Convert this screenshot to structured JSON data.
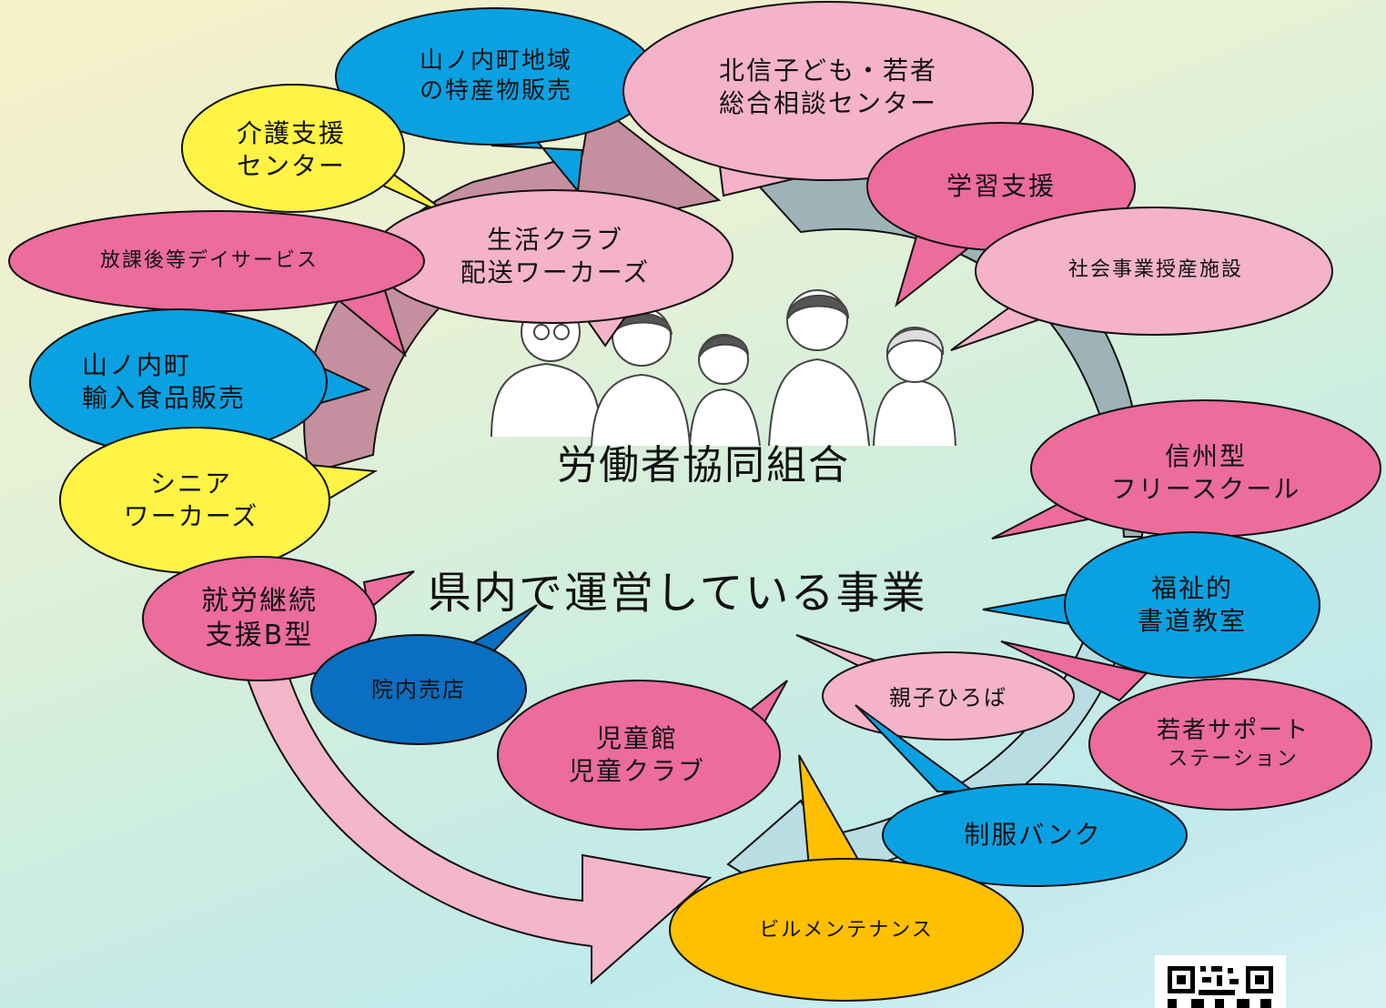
{
  "title_main": "労働者協同組合",
  "title_sub": "県内で運営している事業",
  "bubbles": {
    "yamanouchi_local": [
      "山ノ内町地域",
      "の特産物販売"
    ],
    "hokushin": [
      "北信子ども・若者",
      "総合相談センター"
    ],
    "kaigo": [
      "介護支援",
      "センター"
    ],
    "gakushu": [
      "学習支援"
    ],
    "seikatsu": [
      "生活クラブ",
      "配送ワーカーズ"
    ],
    "houkago": [
      "放課後等デイサービス"
    ],
    "shakai": [
      "社会事業授産施設"
    ],
    "yunyu": [
      "山ノ内町",
      "輸入食品販売"
    ],
    "shinshu": [
      "信州型",
      "フリースクール"
    ],
    "senior": [
      "シニア",
      "ワーカーズ"
    ],
    "fukushi": [
      "福祉的",
      "書道教室"
    ],
    "shuro": [
      "就労継続",
      "支援B型"
    ],
    "innai": [
      "院内売店"
    ],
    "oyako": [
      "親子ひろば"
    ],
    "wakamono": [
      "若者サポート",
      "ステーション"
    ],
    "jidokan": [
      "児童館",
      "児童クラブ"
    ],
    "seifuku": [
      "制服バンク"
    ],
    "building": [
      "ビルメンテナンス"
    ]
  },
  "colors": {
    "pink_light": "#f4b3c9",
    "pink_dark": "#ec6c9c",
    "blue_bright": "#0aa1e2",
    "blue_dark": "#0a6fc0",
    "yellow": "#fff445",
    "orange": "#ffc000",
    "arrow_mauve": "#c4909f",
    "arrow_teal": "#9db3b8",
    "arrow_lightblue": "#b8dde3",
    "arrow_pink": "#f4b6c9"
  },
  "icons": {
    "people": "family-illustration-icon",
    "qr": "qr-code-icon"
  }
}
